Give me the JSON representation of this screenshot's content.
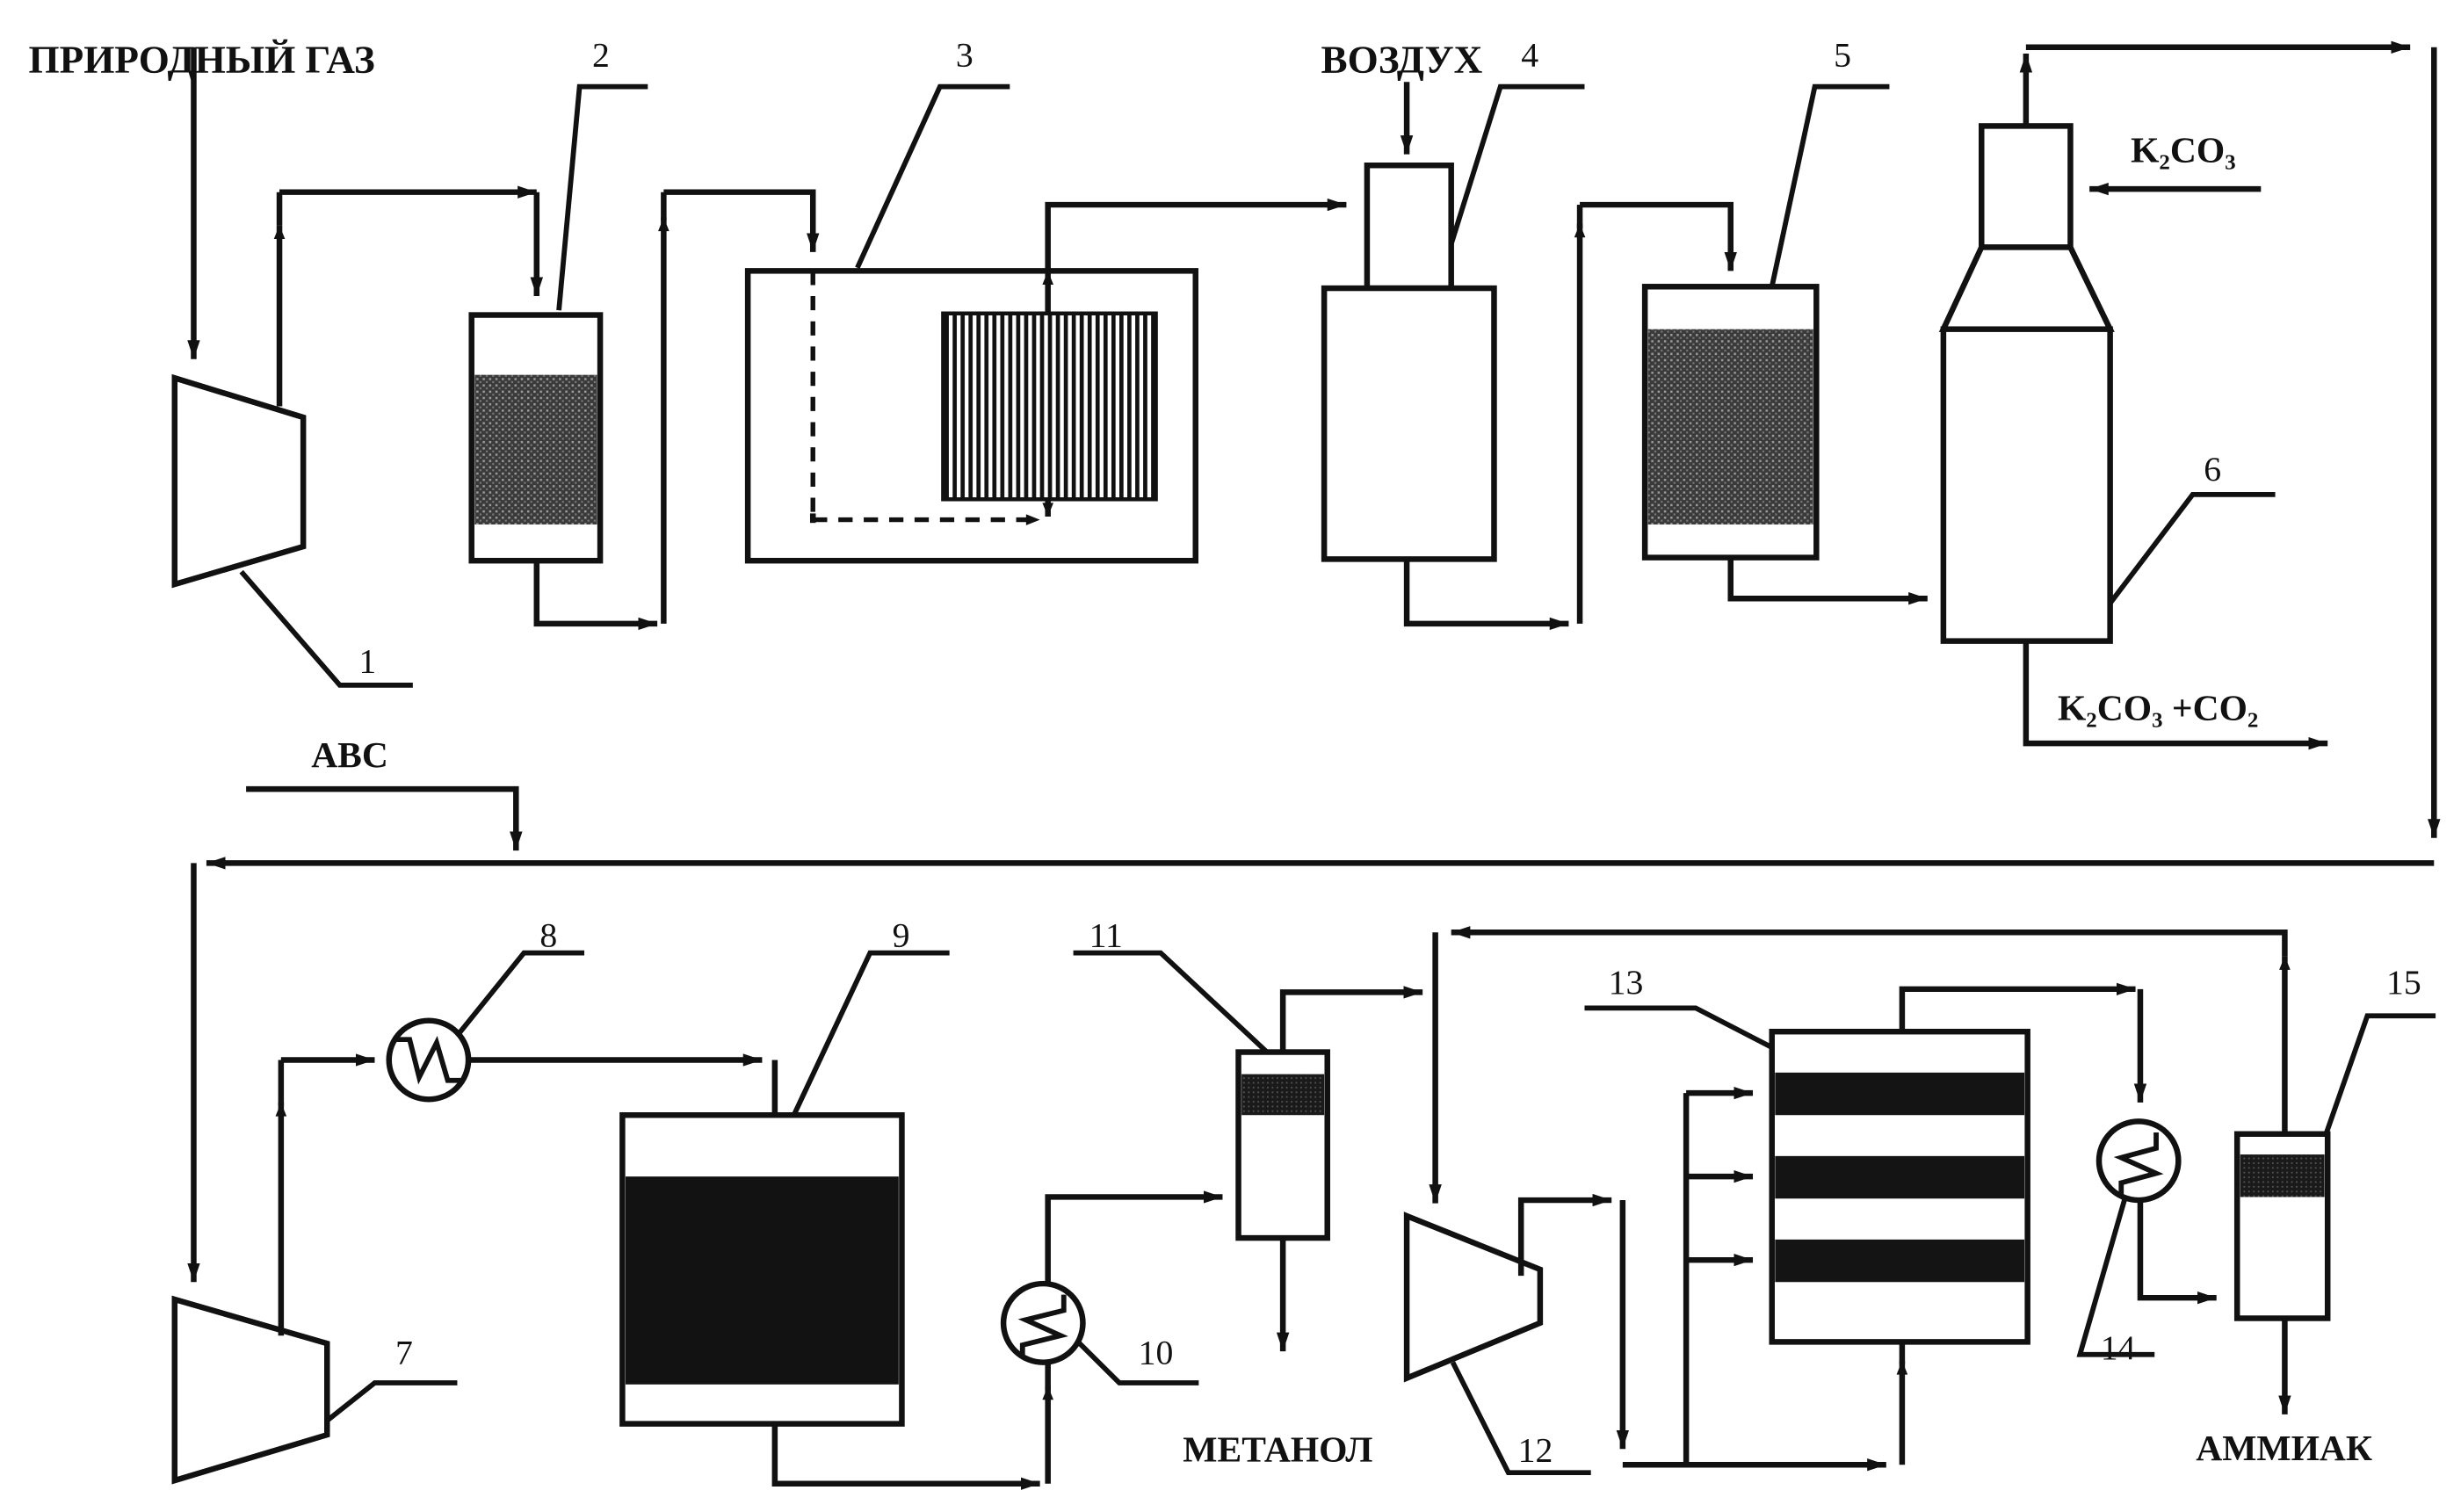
{
  "labels": {
    "natural_gas": "ПРИРОДНЫЙ ГАЗ",
    "air": "ВОЗДУХ",
    "k2co3_in": "K₂CO₃",
    "k2co3_out": "K₂CO₃ +CO₂",
    "avs": "АВС",
    "methanol": "МЕТАНОЛ",
    "ammonia": "АММИАК"
  },
  "units": [
    {
      "id": "compressor_1",
      "number": "1"
    },
    {
      "id": "reactor_2",
      "number": "2"
    },
    {
      "id": "furnace_3",
      "number": "3"
    },
    {
      "id": "reactor_4",
      "number": "4"
    },
    {
      "id": "reactor_5",
      "number": "5"
    },
    {
      "id": "absorber_6",
      "number": "6"
    },
    {
      "id": "compressor_7",
      "number": "7"
    },
    {
      "id": "heat_exchanger_8",
      "number": "8"
    },
    {
      "id": "methanol_reactor_9",
      "number": "9"
    },
    {
      "id": "heat_exchanger_10",
      "number": "10"
    },
    {
      "id": "separator_11",
      "number": "11"
    },
    {
      "id": "compressor_12",
      "number": "12"
    },
    {
      "id": "ammonia_reactor_13",
      "number": "13"
    },
    {
      "id": "heat_exchanger_14",
      "number": "14"
    },
    {
      "id": "separator_15",
      "number": "15"
    }
  ]
}
